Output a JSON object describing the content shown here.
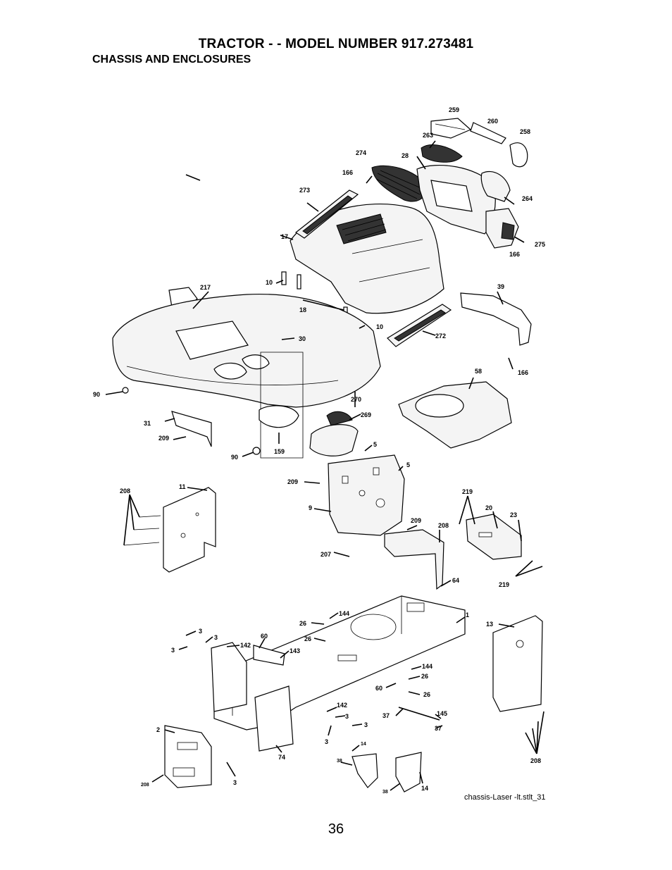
{
  "header": {
    "title": "TRACTOR - - MODEL NUMBER 917.273481",
    "subtitle": "CHASSIS AND ENCLOSURES"
  },
  "callouts": [
    {
      "id": "c259",
      "label": "259"
    },
    {
      "id": "c260",
      "label": "260"
    },
    {
      "id": "c258",
      "label": "258"
    },
    {
      "id": "c263",
      "label": "263"
    },
    {
      "id": "c28",
      "label": "28"
    },
    {
      "id": "c274",
      "label": "274"
    },
    {
      "id": "c166a",
      "label": "166"
    },
    {
      "id": "c273",
      "label": "273"
    },
    {
      "id": "c264",
      "label": "264"
    },
    {
      "id": "c17",
      "label": "17"
    },
    {
      "id": "c275",
      "label": "275"
    },
    {
      "id": "c166b",
      "label": "166"
    },
    {
      "id": "c217",
      "label": "217"
    },
    {
      "id": "c10a",
      "label": "10"
    },
    {
      "id": "c18",
      "label": "18"
    },
    {
      "id": "c39",
      "label": "39"
    },
    {
      "id": "c10b",
      "label": "10"
    },
    {
      "id": "c30",
      "label": "30"
    },
    {
      "id": "c272",
      "label": "272"
    },
    {
      "id": "c166c",
      "label": "166"
    },
    {
      "id": "c58",
      "label": "58"
    },
    {
      "id": "c90a",
      "label": "90"
    },
    {
      "id": "c270",
      "label": "270"
    },
    {
      "id": "c269",
      "label": "269"
    },
    {
      "id": "c31",
      "label": "31"
    },
    {
      "id": "c209a",
      "label": "209"
    },
    {
      "id": "c90b",
      "label": "90"
    },
    {
      "id": "c159",
      "label": "159"
    },
    {
      "id": "c5a",
      "label": "5"
    },
    {
      "id": "c5b",
      "label": "5"
    },
    {
      "id": "c208a",
      "label": "208"
    },
    {
      "id": "c11",
      "label": "11"
    },
    {
      "id": "c209b",
      "label": "209"
    },
    {
      "id": "c219a",
      "label": "219"
    },
    {
      "id": "c9",
      "label": "9"
    },
    {
      "id": "c20",
      "label": "20"
    },
    {
      "id": "c23",
      "label": "23"
    },
    {
      "id": "c209c",
      "label": "209"
    },
    {
      "id": "c208b",
      "label": "208"
    },
    {
      "id": "c207",
      "label": "207"
    },
    {
      "id": "c64",
      "label": "64"
    },
    {
      "id": "c219b",
      "label": "219"
    },
    {
      "id": "c144a",
      "label": "144"
    },
    {
      "id": "c1",
      "label": "1"
    },
    {
      "id": "c26a",
      "label": "26"
    },
    {
      "id": "c13",
      "label": "13"
    },
    {
      "id": "c3a",
      "label": "3"
    },
    {
      "id": "c3b",
      "label": "3"
    },
    {
      "id": "c26b",
      "label": "26"
    },
    {
      "id": "c3c",
      "label": "3"
    },
    {
      "id": "c142a",
      "label": "142"
    },
    {
      "id": "c60a",
      "label": "60"
    },
    {
      "id": "c143",
      "label": "143"
    },
    {
      "id": "c144b",
      "label": "144"
    },
    {
      "id": "c26c",
      "label": "26"
    },
    {
      "id": "c60b",
      "label": "60"
    },
    {
      "id": "c26d",
      "label": "26"
    },
    {
      "id": "c142b",
      "label": "142"
    },
    {
      "id": "c3d",
      "label": "3"
    },
    {
      "id": "c37a",
      "label": "37"
    },
    {
      "id": "c145",
      "label": "145"
    },
    {
      "id": "c3e",
      "label": "3"
    },
    {
      "id": "c2",
      "label": "2"
    },
    {
      "id": "c3f",
      "label": "3"
    },
    {
      "id": "c37b",
      "label": "37"
    },
    {
      "id": "c208c",
      "label": "208"
    },
    {
      "id": "c74",
      "label": "74"
    },
    {
      "id": "c14a",
      "label": "14"
    },
    {
      "id": "c38a",
      "label": "38"
    },
    {
      "id": "c208d",
      "label": "208"
    },
    {
      "id": "c3g",
      "label": "3"
    },
    {
      "id": "c38b",
      "label": "38"
    },
    {
      "id": "c14b",
      "label": "14"
    }
  ],
  "footer": {
    "caption": "chassis-Laser -lt.stlt_31",
    "page_number": "36"
  }
}
